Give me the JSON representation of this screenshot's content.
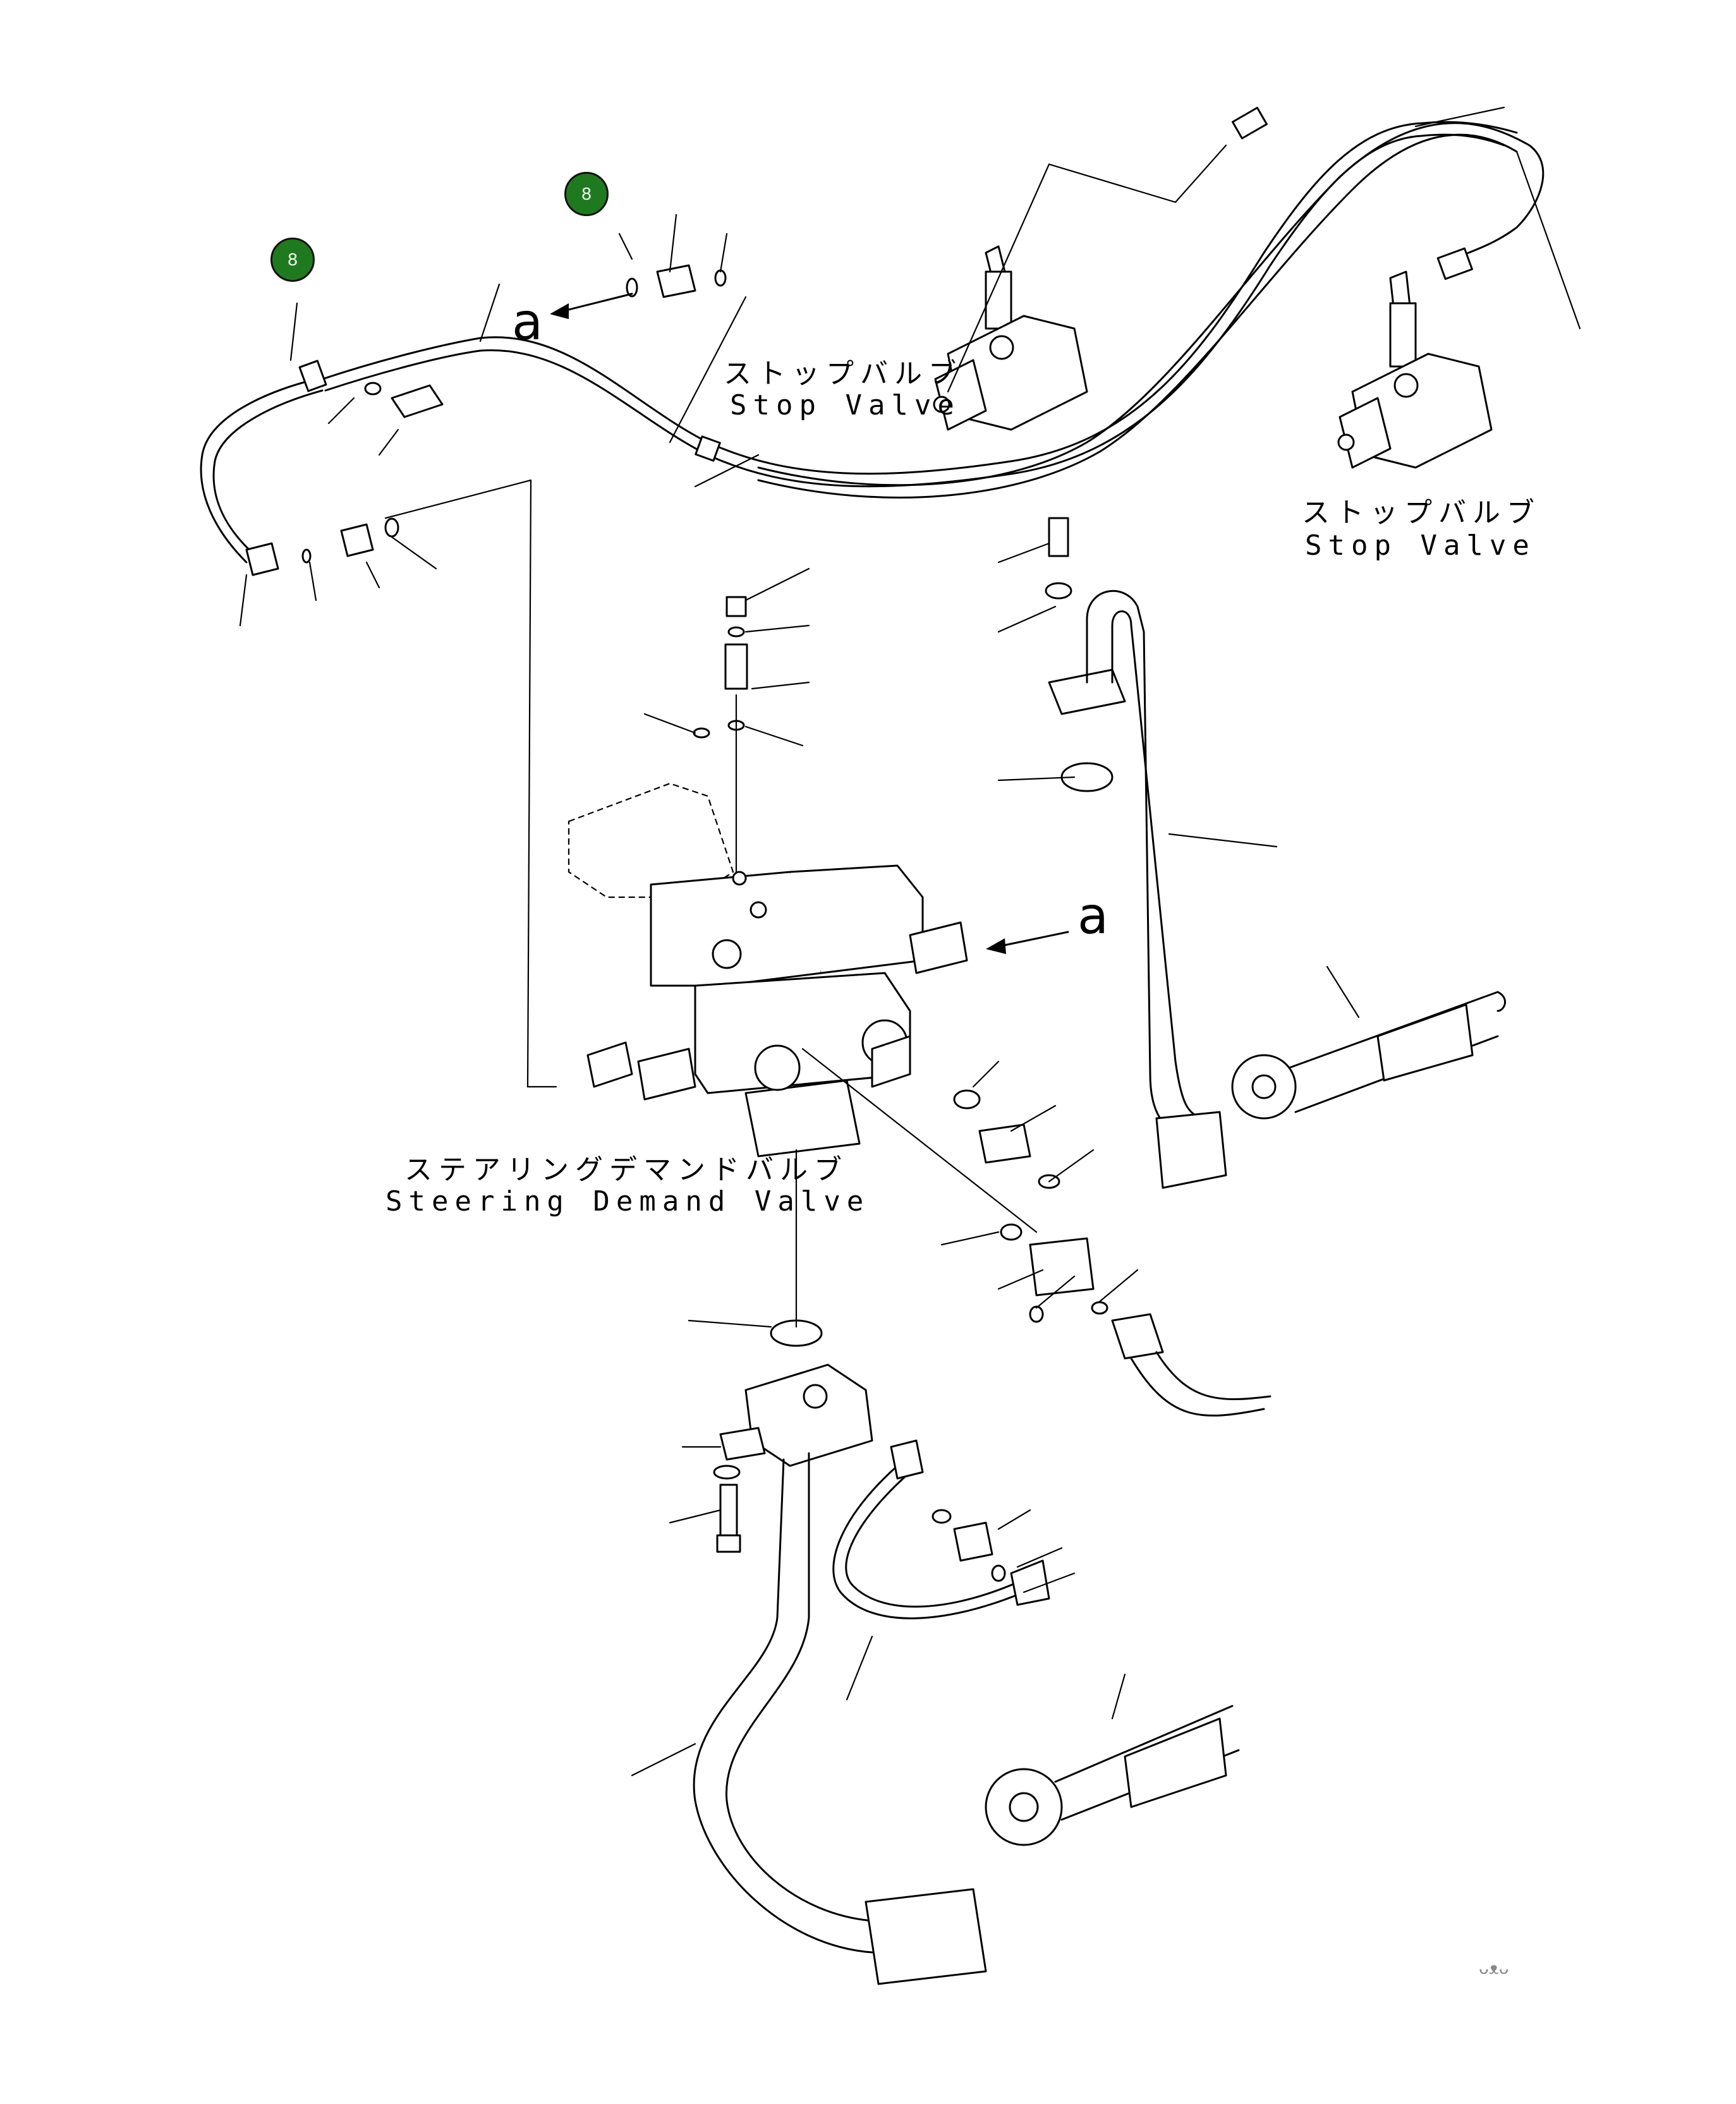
{
  "labels": {
    "stop_valve_1_jp": "ストップバルブ",
    "stop_valve_1_en": "Stop Valve",
    "stop_valve_2_jp": "ストップバルブ",
    "stop_valve_2_en": "Stop Valve",
    "steering_valve_jp": "ステアリングデマンドバルブ",
    "steering_valve_en": "Steering Demand Valve",
    "view_callout_1": "a",
    "view_callout_2": "a"
  },
  "badges": [
    {
      "text": "8",
      "color": "#1f7a1f"
    },
    {
      "text": "8",
      "color": "#1f7a1f"
    }
  ],
  "watermark": "ᴗᴥᴗ"
}
